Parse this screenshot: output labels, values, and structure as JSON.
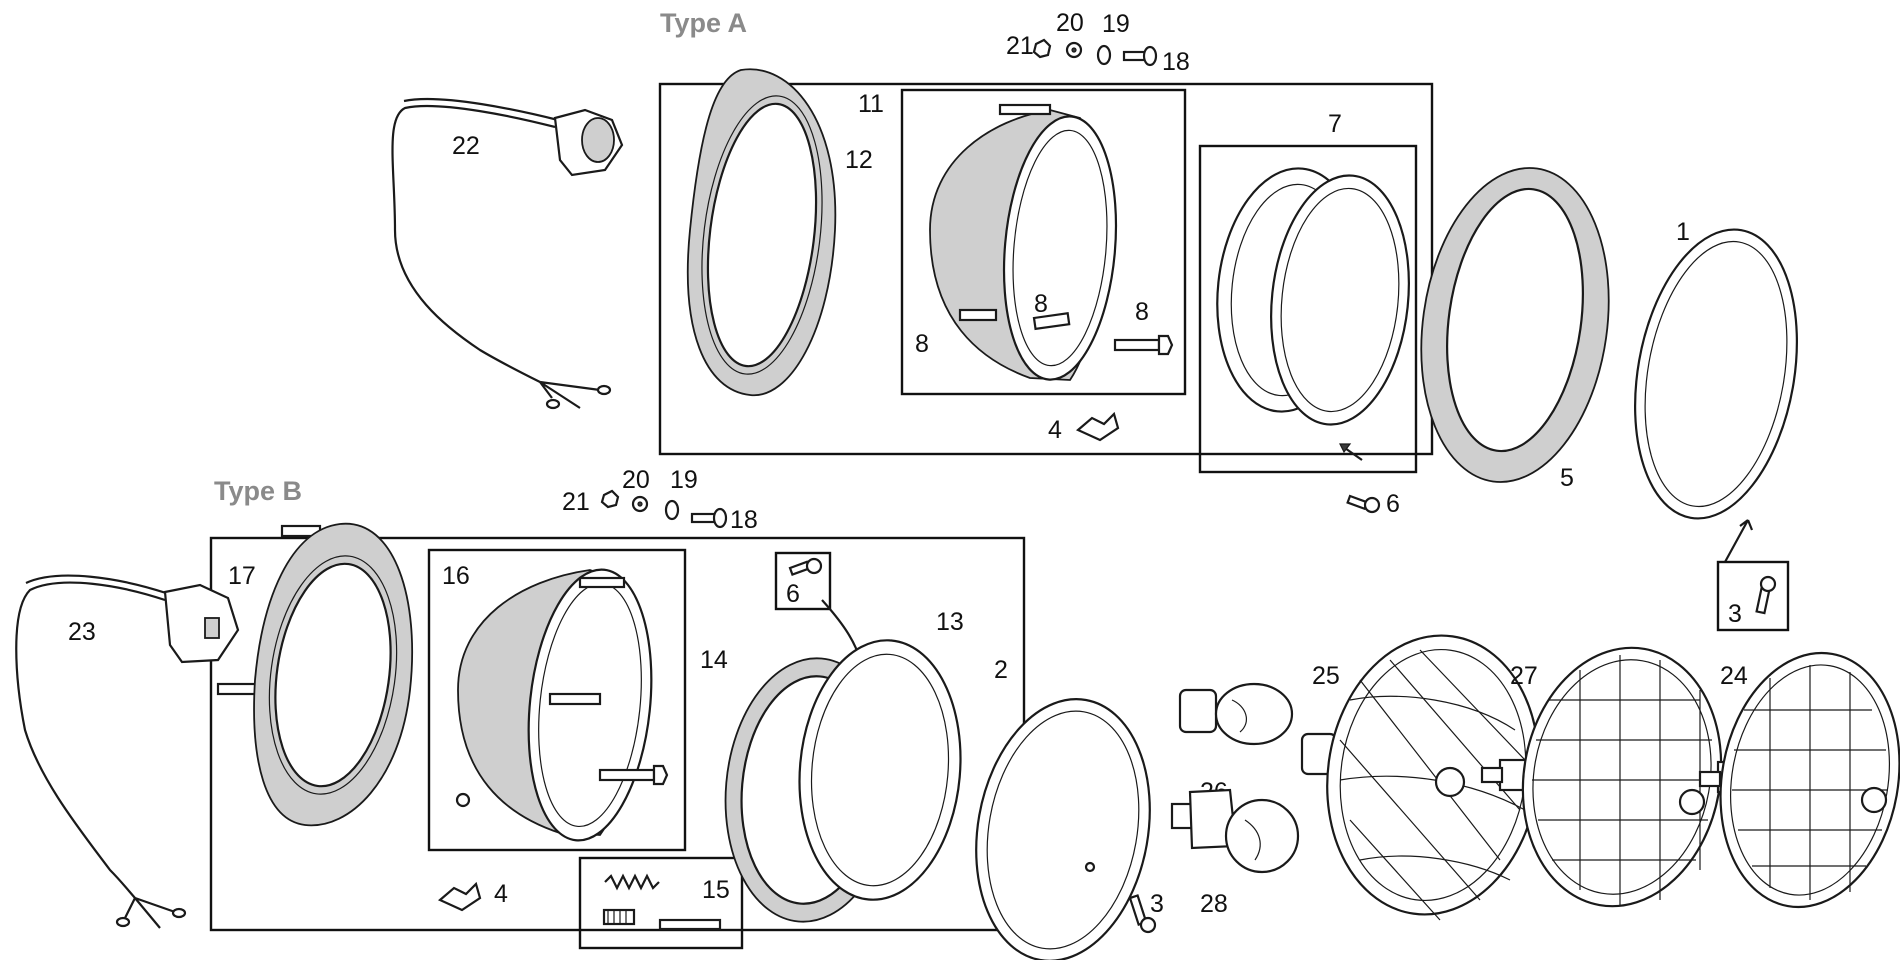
{
  "groups": {
    "type_a": "Type A",
    "type_b": "Type B"
  },
  "labels": {
    "a_21": "21",
    "a_20": "20",
    "a_19": "19",
    "a_18": "18",
    "a_22": "22",
    "a_11": "11",
    "a_12": "12",
    "a_8_top": "8",
    "a_8_left": "8",
    "a_8_right": "8",
    "a_4": "4",
    "a_7": "7",
    "a_6": "6",
    "a_5": "5",
    "a_1": "1",
    "a_3": "3",
    "b_21": "21",
    "b_20": "20",
    "b_19": "19",
    "b_18": "18",
    "b_17": "17",
    "b_23": "23",
    "b_16": "16",
    "b_6": "6",
    "b_14": "14",
    "b_13": "13",
    "b_2": "2",
    "b_4": "4",
    "b_15": "15",
    "b_3": "3",
    "p_25": "25",
    "p_27": "27",
    "p_24": "24",
    "p_26": "26",
    "p_28": "28"
  }
}
